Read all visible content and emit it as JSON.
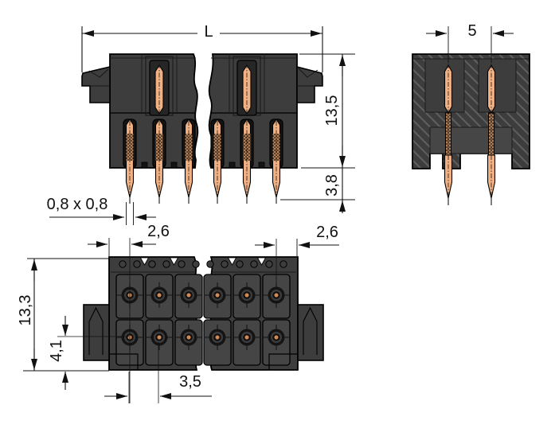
{
  "drawing": {
    "dimensions": {
      "overall_length": "L",
      "row_pitch_side_view": "5",
      "body_height": "13,5",
      "pin_protrusion": "3,8",
      "pin_cross_section": "0,8 x 0,8",
      "edge_to_first_pin": "2,6",
      "last_pin_to_edge": "2,6",
      "body_depth": "13,3",
      "pin_row_inset": "4,1",
      "pin_pitch": "3,5"
    },
    "colors": {
      "background": "#ffffff",
      "body_dark": "#3d3d3d",
      "body_mid": "#464646",
      "channel_dark": "#141414",
      "pin_copper": "#f1b183",
      "pin_copper_knurl": "#b3815a",
      "contact_center": "#cf8a58",
      "line": "#111111"
    }
  }
}
